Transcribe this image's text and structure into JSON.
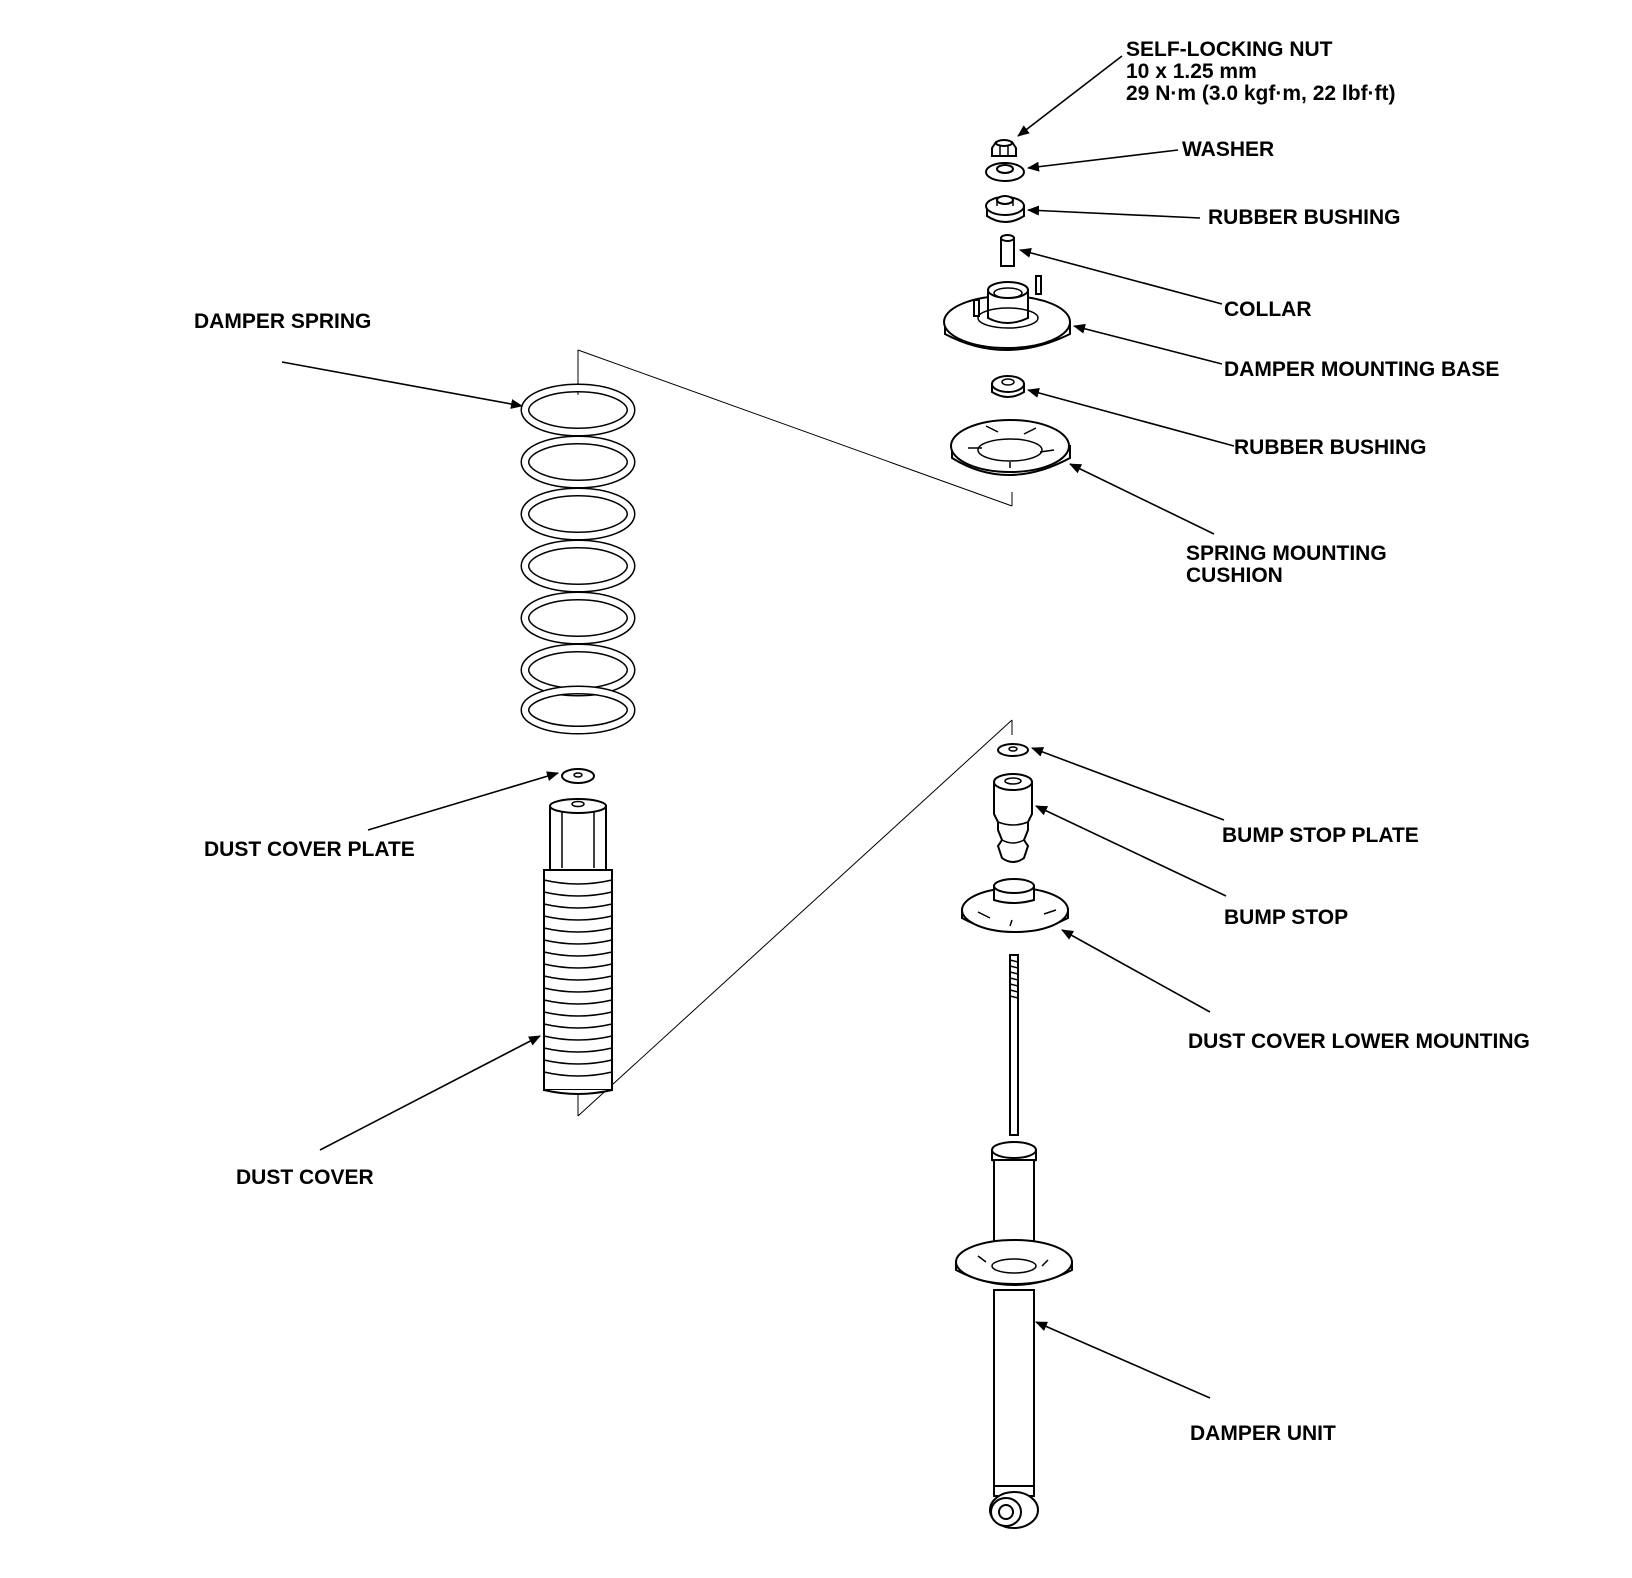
{
  "labels": {
    "self_locking_nut": "SELF-LOCKING NUT",
    "nut_size": "10 x 1.25 mm",
    "nut_torque": "29 N·m (3.0 kgf·m, 22 lbf·ft)",
    "washer": "WASHER",
    "rubber_bushing_upper": "RUBBER BUSHING",
    "collar": "COLLAR",
    "damper_mounting_base": "DAMPER MOUNTING BASE",
    "rubber_bushing_lower": "RUBBER BUSHING",
    "spring_mounting_cushion_1": "SPRING MOUNTING",
    "spring_mounting_cushion_2": "CUSHION",
    "damper_spring": "DAMPER SPRING",
    "dust_cover_plate": "DUST COVER PLATE",
    "dust_cover": "DUST COVER",
    "bump_stop_plate": "BUMP STOP PLATE",
    "bump_stop": "BUMP STOP",
    "dust_cover_lower_mounting": "DUST COVER LOWER MOUNTING",
    "damper_unit": "DAMPER UNIT"
  },
  "colors": {
    "ink": "#000000",
    "paper": "#ffffff"
  }
}
